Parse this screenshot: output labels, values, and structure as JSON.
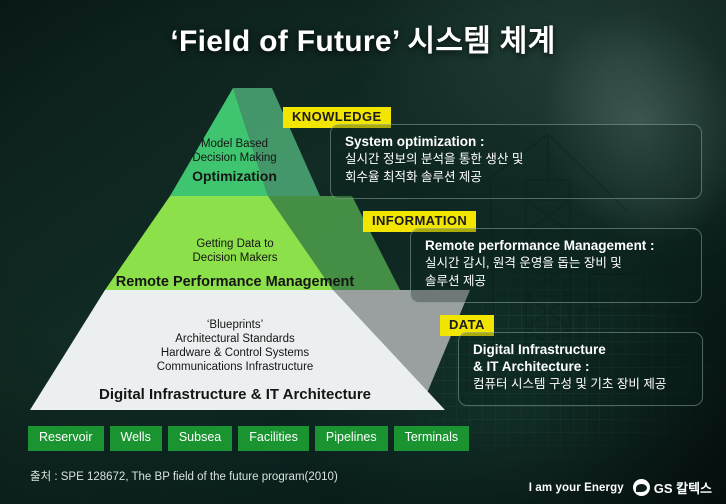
{
  "slide": {
    "title": "‘Field of Future’ 시스템 체계",
    "background_color": "#0d201c"
  },
  "pyramid": {
    "tiers": [
      {
        "level": "apex",
        "color": "#3fc56f",
        "sub_lines": [
          "Model Based",
          "Decision Making"
        ],
        "main_label": "Optimization"
      },
      {
        "level": "middle",
        "color": "#8ce04a",
        "sub_lines": [
          "Getting Data to",
          "Decision Makers"
        ],
        "main_label": "Remote Performance Management"
      },
      {
        "level": "base",
        "color": "#eceff0",
        "sub_lines": [
          "‘Blueprints’",
          "Architectural Standards",
          "Hardware & Control Systems",
          "Communications Infrastructure"
        ],
        "main_label": "Digital Infrastructure & IT Architecture"
      }
    ]
  },
  "chips": {
    "knowledge": "KNOWLEDGE",
    "information": "INFORMATION",
    "data": "DATA",
    "color": "#f2e500"
  },
  "callouts": {
    "knowledge": {
      "heading": "System optimization :",
      "lines": [
        "실시간 정보의 분석을 통한 생산 및",
        "회수율 최적화 솔루션 제공"
      ]
    },
    "information": {
      "heading": "Remote performance Management :",
      "lines": [
        "실시간 감시, 원격 운영을 돕는 장비 및",
        "솔루션 제공"
      ]
    },
    "data": {
      "heading_line1": "Digital Infrastructure",
      "heading_line2": "& IT Architecture :",
      "lines": [
        "컴퓨터 시스템 구성 및 기초 장비 제공"
      ]
    }
  },
  "tags": {
    "color": "#1a9431",
    "items": [
      "Reservoir",
      "Wells",
      "Subsea",
      "Facilities",
      "Pipelines",
      "Terminals"
    ]
  },
  "footer": {
    "source": "출처 : SPE 128672, The BP field of the future program(2010)",
    "tagline": "I am your Energy",
    "brand": "GS 칼텍스"
  }
}
